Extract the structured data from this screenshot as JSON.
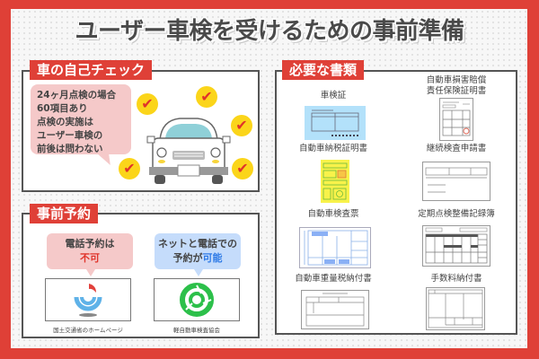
{
  "title": "ユーザー車検を受けるための事前準備",
  "colors": {
    "border_red": "#df4037",
    "label_red": "#df4037",
    "bubble_pink": "#f5c9c9",
    "bubble_blue": "#c5dcfb",
    "check_yellow": "#fbd51a",
    "check_red": "#e0332a",
    "emphasis_blue": "#2e7ae6",
    "logo_green": "#2cc04a"
  },
  "car_check": {
    "label": "車の自己チェック",
    "bubble_lines": [
      "24ヶ月点検の場合",
      "60項目あり",
      "点検の実施は",
      "ユーザー車検の",
      "前後は問わない"
    ],
    "check_icon": "✔"
  },
  "reservation": {
    "label": "事前予約",
    "left": {
      "line1": "電話予約は",
      "line2": "不可",
      "caption": "国土交通省のホームページ"
    },
    "right": {
      "line1": "ネットと電話での",
      "line2_prefix": "予約が",
      "line2_emph": "可能",
      "caption": "軽自動車検査協会"
    }
  },
  "documents": {
    "label": "必要な書類",
    "items": [
      {
        "name": "車検証"
      },
      {
        "name_line1": "自動車損害賠償",
        "name_line2": "責任保険証明書"
      },
      {
        "name": "自動車納税証明書"
      },
      {
        "name": "継続検査申請書"
      },
      {
        "name": "自動車検査票"
      },
      {
        "name": "定期点検整備記録簿"
      },
      {
        "name": "自動車重量税納付書"
      },
      {
        "name": "手数料納付書"
      }
    ]
  }
}
